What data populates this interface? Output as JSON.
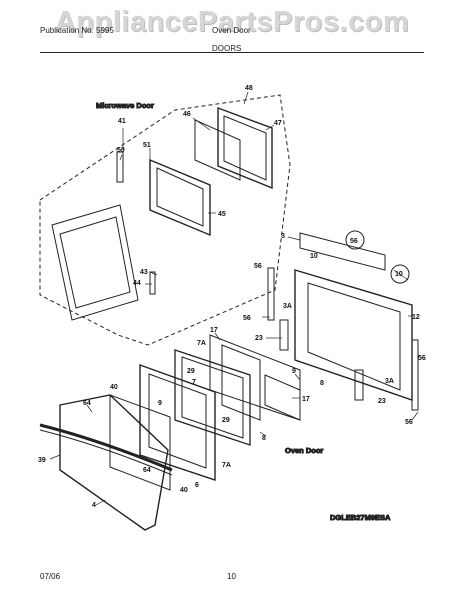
{
  "watermark": "AppliancePartsPros.com",
  "header": {
    "left": "Publication No. 5995",
    "right": "Oven Door"
  },
  "section": "DOORS",
  "titles": {
    "microwave_door": "Microwave Door",
    "oven_door": "Oven Door"
  },
  "model": "DGLEB27M9ESA",
  "footer": {
    "date": "07/06",
    "page": "10"
  },
  "callouts": {
    "c48": "48",
    "c46": "46",
    "c47": "47",
    "c41": "41",
    "c51": "51",
    "c50": "50",
    "c45": "45",
    "c43": "43",
    "c44": "44",
    "c3a": "3",
    "c56a": "56",
    "c10a": "10",
    "c56b": "56",
    "c10b": "10",
    "c3b": "3A",
    "c56c": "56",
    "c12": "12",
    "c23a": "23",
    "c17a": "17",
    "c7aa": "7A",
    "c9": "9",
    "c7b": "7",
    "c8a": "8",
    "c29a": "29",
    "c40a": "40",
    "c64a": "64",
    "c9b": "9",
    "c17b": "17",
    "c8b": "8",
    "c56d": "56",
    "c3c": "3A",
    "c23b": "23",
    "c56e": "56",
    "c29b": "29",
    "c39": "39",
    "c4": "4",
    "c64b": "64",
    "c40b": "40",
    "c6": "6",
    "c7ab": "7A"
  }
}
